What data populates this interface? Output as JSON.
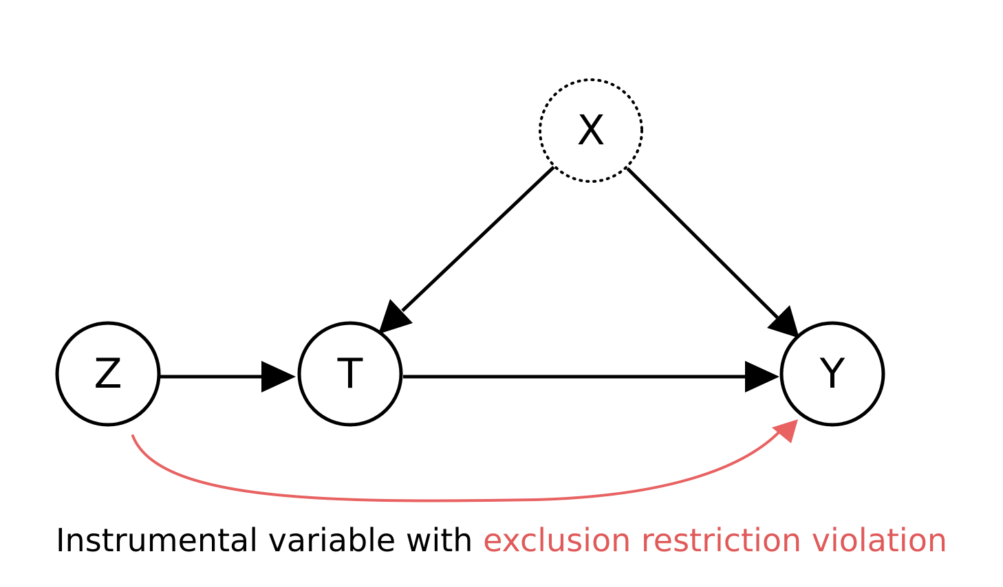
{
  "nodes": {
    "x": {
      "label": "X"
    },
    "z": {
      "label": "Z"
    },
    "t": {
      "label": "T"
    },
    "y": {
      "label": "Y"
    }
  },
  "caption": {
    "prefix": "Instrumental variable with ",
    "highlight": "exclusion restriction violation"
  },
  "colors": {
    "edge": "#000000",
    "violation": "#e86262",
    "highlight_text": "#e05a5a"
  }
}
